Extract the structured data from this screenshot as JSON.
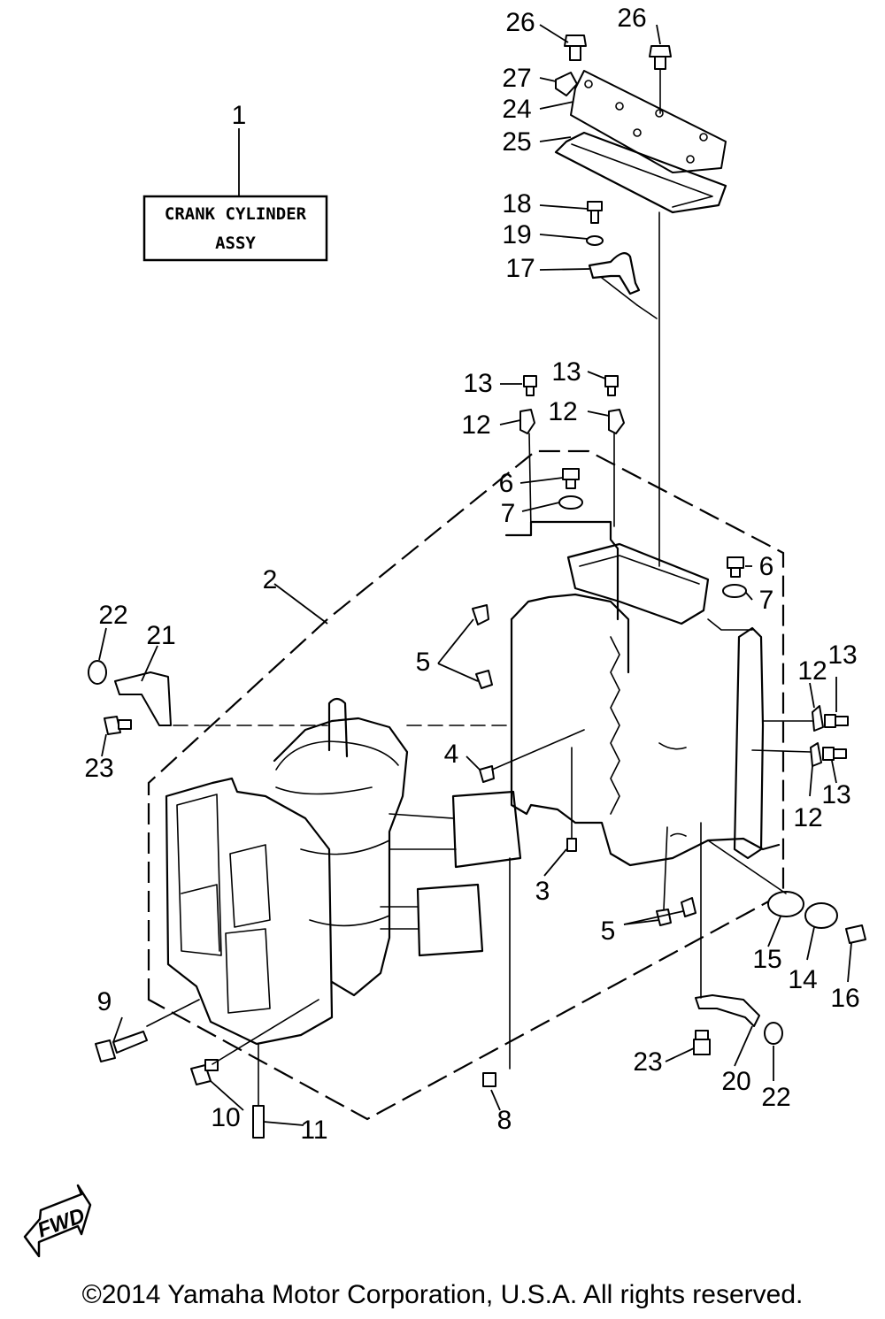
{
  "assembly_box": {
    "line1": "CRANK CYLINDER",
    "line2": "ASSY"
  },
  "fwd_label": "FWD",
  "copyright": "©2014 Yamaha Motor Corporation, U.S.A. All rights reserved.",
  "callouts": [
    {
      "id": "c1",
      "label": "1"
    },
    {
      "id": "c2",
      "label": "2"
    },
    {
      "id": "c3",
      "label": "3"
    },
    {
      "id": "c4",
      "label": "4"
    },
    {
      "id": "c5a",
      "label": "5"
    },
    {
      "id": "c5b",
      "label": "5"
    },
    {
      "id": "c6a",
      "label": "6"
    },
    {
      "id": "c6b",
      "label": "6"
    },
    {
      "id": "c7a",
      "label": "7"
    },
    {
      "id": "c7b",
      "label": "7"
    },
    {
      "id": "c8",
      "label": "8"
    },
    {
      "id": "c9",
      "label": "9"
    },
    {
      "id": "c10",
      "label": "10"
    },
    {
      "id": "c11",
      "label": "11"
    },
    {
      "id": "c12a",
      "label": "12"
    },
    {
      "id": "c12b",
      "label": "12"
    },
    {
      "id": "c12c",
      "label": "12"
    },
    {
      "id": "c12d",
      "label": "12"
    },
    {
      "id": "c13a",
      "label": "13"
    },
    {
      "id": "c13b",
      "label": "13"
    },
    {
      "id": "c13c",
      "label": "13"
    },
    {
      "id": "c13d",
      "label": "13"
    },
    {
      "id": "c14",
      "label": "14"
    },
    {
      "id": "c15",
      "label": "15"
    },
    {
      "id": "c16",
      "label": "16"
    },
    {
      "id": "c17",
      "label": "17"
    },
    {
      "id": "c18",
      "label": "18"
    },
    {
      "id": "c19",
      "label": "19"
    },
    {
      "id": "c20",
      "label": "20"
    },
    {
      "id": "c21",
      "label": "21"
    },
    {
      "id": "c22a",
      "label": "22"
    },
    {
      "id": "c22b",
      "label": "22"
    },
    {
      "id": "c23a",
      "label": "23"
    },
    {
      "id": "c23b",
      "label": "23"
    },
    {
      "id": "c24",
      "label": "24"
    },
    {
      "id": "c25",
      "label": "25"
    },
    {
      "id": "c26a",
      "label": "26"
    },
    {
      "id": "c26b",
      "label": "26"
    },
    {
      "id": "c27",
      "label": "27"
    }
  ]
}
